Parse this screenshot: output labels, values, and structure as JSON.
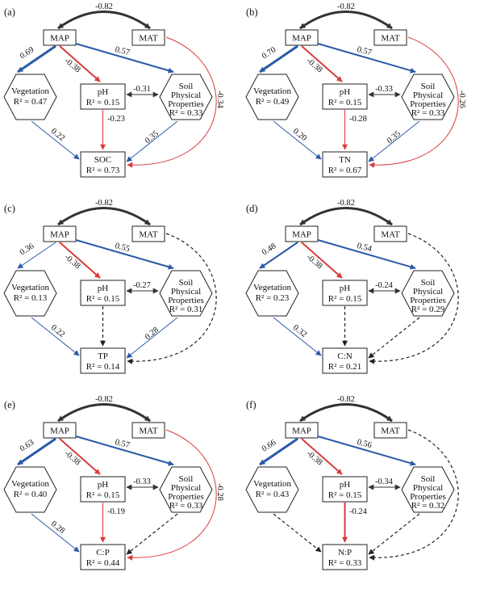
{
  "colors": {
    "positive": "#2a5aa8",
    "negative": "#d93a3a",
    "covariance": "#333333",
    "nonsignificant": "#222222",
    "node_border": "#222222"
  },
  "panels": [
    {
      "label": "(a)",
      "nodes": {
        "map": "MAP",
        "mat": "MAT",
        "veg_name": "Vegetation",
        "veg_r2": "R² = 0.47",
        "ph_name": "pH",
        "ph_r2": "R² = 0.15",
        "soil_l1": "Soil",
        "soil_l2": "Physical",
        "soil_l3": "Properties",
        "soil_r2": "R² = 0.33",
        "target_name": "SOC",
        "target_r2": "R² = 0.73"
      },
      "paths": {
        "map_mat": {
          "value": "-0.82",
          "sign": "cov",
          "weight": "thick"
        },
        "map_veg": {
          "value": "0.69",
          "sign": "pos",
          "weight": "thick"
        },
        "map_ph": {
          "value": "-0.38",
          "sign": "neg",
          "weight": "medium"
        },
        "map_soil": {
          "value": "0.57",
          "sign": "pos",
          "weight": "medium"
        },
        "ph_soil": {
          "value": "-0.31",
          "sign": "cov",
          "weight": "thin"
        },
        "veg_target": {
          "value": "0.22",
          "sign": "pos",
          "weight": "thin"
        },
        "ph_target": {
          "value": "-0.23",
          "sign": "neg",
          "weight": "thin"
        },
        "soil_target": {
          "value": "0.35",
          "sign": "pos",
          "weight": "thin"
        },
        "mat_target": {
          "value": "-0.34",
          "sign": "neg",
          "weight": "thin"
        }
      }
    },
    {
      "label": "(b)",
      "nodes": {
        "map": "MAP",
        "mat": "MAT",
        "veg_name": "Vegetation",
        "veg_r2": "R² = 0.49",
        "ph_name": "pH",
        "ph_r2": "R² = 0.15",
        "soil_l1": "Soil",
        "soil_l2": "Physical",
        "soil_l3": "Properties",
        "soil_r2": "R² = 0.33",
        "target_name": "TN",
        "target_r2": "R² = 0.67"
      },
      "paths": {
        "map_mat": {
          "value": "-0.82",
          "sign": "cov",
          "weight": "thick"
        },
        "map_veg": {
          "value": "0.70",
          "sign": "pos",
          "weight": "thick"
        },
        "map_ph": {
          "value": "-0.38",
          "sign": "neg",
          "weight": "medium"
        },
        "map_soil": {
          "value": "0.57",
          "sign": "pos",
          "weight": "medium"
        },
        "ph_soil": {
          "value": "-0.33",
          "sign": "cov",
          "weight": "thin"
        },
        "veg_target": {
          "value": "0.20",
          "sign": "pos",
          "weight": "thin"
        },
        "ph_target": {
          "value": "-0.28",
          "sign": "neg",
          "weight": "thin"
        },
        "soil_target": {
          "value": "0.35",
          "sign": "pos",
          "weight": "thin"
        },
        "mat_target": {
          "value": "-0.26",
          "sign": "neg",
          "weight": "thin"
        }
      }
    },
    {
      "label": "(c)",
      "nodes": {
        "map": "MAP",
        "mat": "MAT",
        "veg_name": "Vegetation",
        "veg_r2": "R² = 0.13",
        "ph_name": "pH",
        "ph_r2": "R² = 0.15",
        "soil_l1": "Soil",
        "soil_l2": "Physical",
        "soil_l3": "Properties",
        "soil_r2": "R² = 0.31",
        "target_name": "TP",
        "target_r2": "R² = 0.14"
      },
      "paths": {
        "map_mat": {
          "value": "-0.82",
          "sign": "cov",
          "weight": "thick"
        },
        "map_veg": {
          "value": "0.36",
          "sign": "pos",
          "weight": "thin"
        },
        "map_ph": {
          "value": "-0.38",
          "sign": "neg",
          "weight": "medium"
        },
        "map_soil": {
          "value": "0.55",
          "sign": "pos",
          "weight": "medium"
        },
        "ph_soil": {
          "value": "-0.27",
          "sign": "cov",
          "weight": "thin"
        },
        "veg_target": {
          "value": "0.22",
          "sign": "pos",
          "weight": "thin"
        },
        "ph_target": {
          "value": "",
          "sign": "ns",
          "weight": "thin"
        },
        "soil_target": {
          "value": "0.28",
          "sign": "pos",
          "weight": "thin"
        },
        "mat_target": {
          "value": "",
          "sign": "ns",
          "weight": "thin"
        }
      }
    },
    {
      "label": "(d)",
      "nodes": {
        "map": "MAP",
        "mat": "MAT",
        "veg_name": "Vegetation",
        "veg_r2": "R² = 0.23",
        "ph_name": "pH",
        "ph_r2": "R² = 0.15",
        "soil_l1": "Soil",
        "soil_l2": "Physical",
        "soil_l3": "Properties",
        "soil_r2": "R² = 0.29",
        "target_name": "C:N",
        "target_r2": "R² = 0.21"
      },
      "paths": {
        "map_mat": {
          "value": "-0.82",
          "sign": "cov",
          "weight": "thick"
        },
        "map_veg": {
          "value": "0.48",
          "sign": "pos",
          "weight": "medium"
        },
        "map_ph": {
          "value": "-0.38",
          "sign": "neg",
          "weight": "medium"
        },
        "map_soil": {
          "value": "0.54",
          "sign": "pos",
          "weight": "medium"
        },
        "ph_soil": {
          "value": "-0.24",
          "sign": "cov",
          "weight": "thin"
        },
        "veg_target": {
          "value": "0.32",
          "sign": "pos",
          "weight": "thin"
        },
        "ph_target": {
          "value": "",
          "sign": "ns",
          "weight": "thin"
        },
        "soil_target": {
          "value": "",
          "sign": "ns",
          "weight": "thin"
        },
        "mat_target": {
          "value": "",
          "sign": "ns",
          "weight": "thin"
        }
      }
    },
    {
      "label": "(e)",
      "nodes": {
        "map": "MAP",
        "mat": "MAT",
        "veg_name": "Vegetation",
        "veg_r2": "R² = 0.40",
        "ph_name": "pH",
        "ph_r2": "R² = 0.15",
        "soil_l1": "Soil",
        "soil_l2": "Physical",
        "soil_l3": "Properties",
        "soil_r2": "R² = 0.33",
        "target_name": "C:P",
        "target_r2": "R² = 0.44"
      },
      "paths": {
        "map_mat": {
          "value": "-0.82",
          "sign": "cov",
          "weight": "thick"
        },
        "map_veg": {
          "value": "0.63",
          "sign": "pos",
          "weight": "thick"
        },
        "map_ph": {
          "value": "-0.38",
          "sign": "neg",
          "weight": "medium"
        },
        "map_soil": {
          "value": "0.57",
          "sign": "pos",
          "weight": "medium"
        },
        "ph_soil": {
          "value": "-0.33",
          "sign": "cov",
          "weight": "thin"
        },
        "veg_target": {
          "value": "0.28",
          "sign": "pos",
          "weight": "thin"
        },
        "ph_target": {
          "value": "-0.19",
          "sign": "neg",
          "weight": "thin"
        },
        "soil_target": {
          "value": "",
          "sign": "ns",
          "weight": "thin"
        },
        "mat_target": {
          "value": "-0.28",
          "sign": "neg",
          "weight": "thin"
        }
      }
    },
    {
      "label": "(f)",
      "nodes": {
        "map": "MAP",
        "mat": "MAT",
        "veg_name": "Vegetation",
        "veg_r2": "R² = 0.43",
        "ph_name": "pH",
        "ph_r2": "R² = 0.15",
        "soil_l1": "Soil",
        "soil_l2": "Physical",
        "soil_l3": "Properties",
        "soil_r2": "R² = 0.32",
        "target_name": "N:P",
        "target_r2": "R² = 0.33"
      },
      "paths": {
        "map_mat": {
          "value": "-0.82",
          "sign": "cov",
          "weight": "thick"
        },
        "map_veg": {
          "value": "0.66",
          "sign": "pos",
          "weight": "thick"
        },
        "map_ph": {
          "value": "-0.38",
          "sign": "neg",
          "weight": "medium"
        },
        "map_soil": {
          "value": "0.56",
          "sign": "pos",
          "weight": "medium"
        },
        "ph_soil": {
          "value": "-0.34",
          "sign": "cov",
          "weight": "thin"
        },
        "veg_target": {
          "value": "",
          "sign": "ns",
          "weight": "thin"
        },
        "ph_target": {
          "value": "-0.24",
          "sign": "neg",
          "weight": "medium"
        },
        "soil_target": {
          "value": "",
          "sign": "ns",
          "weight": "thin"
        },
        "mat_target": {
          "value": "",
          "sign": "ns",
          "weight": "thin"
        }
      }
    }
  ]
}
